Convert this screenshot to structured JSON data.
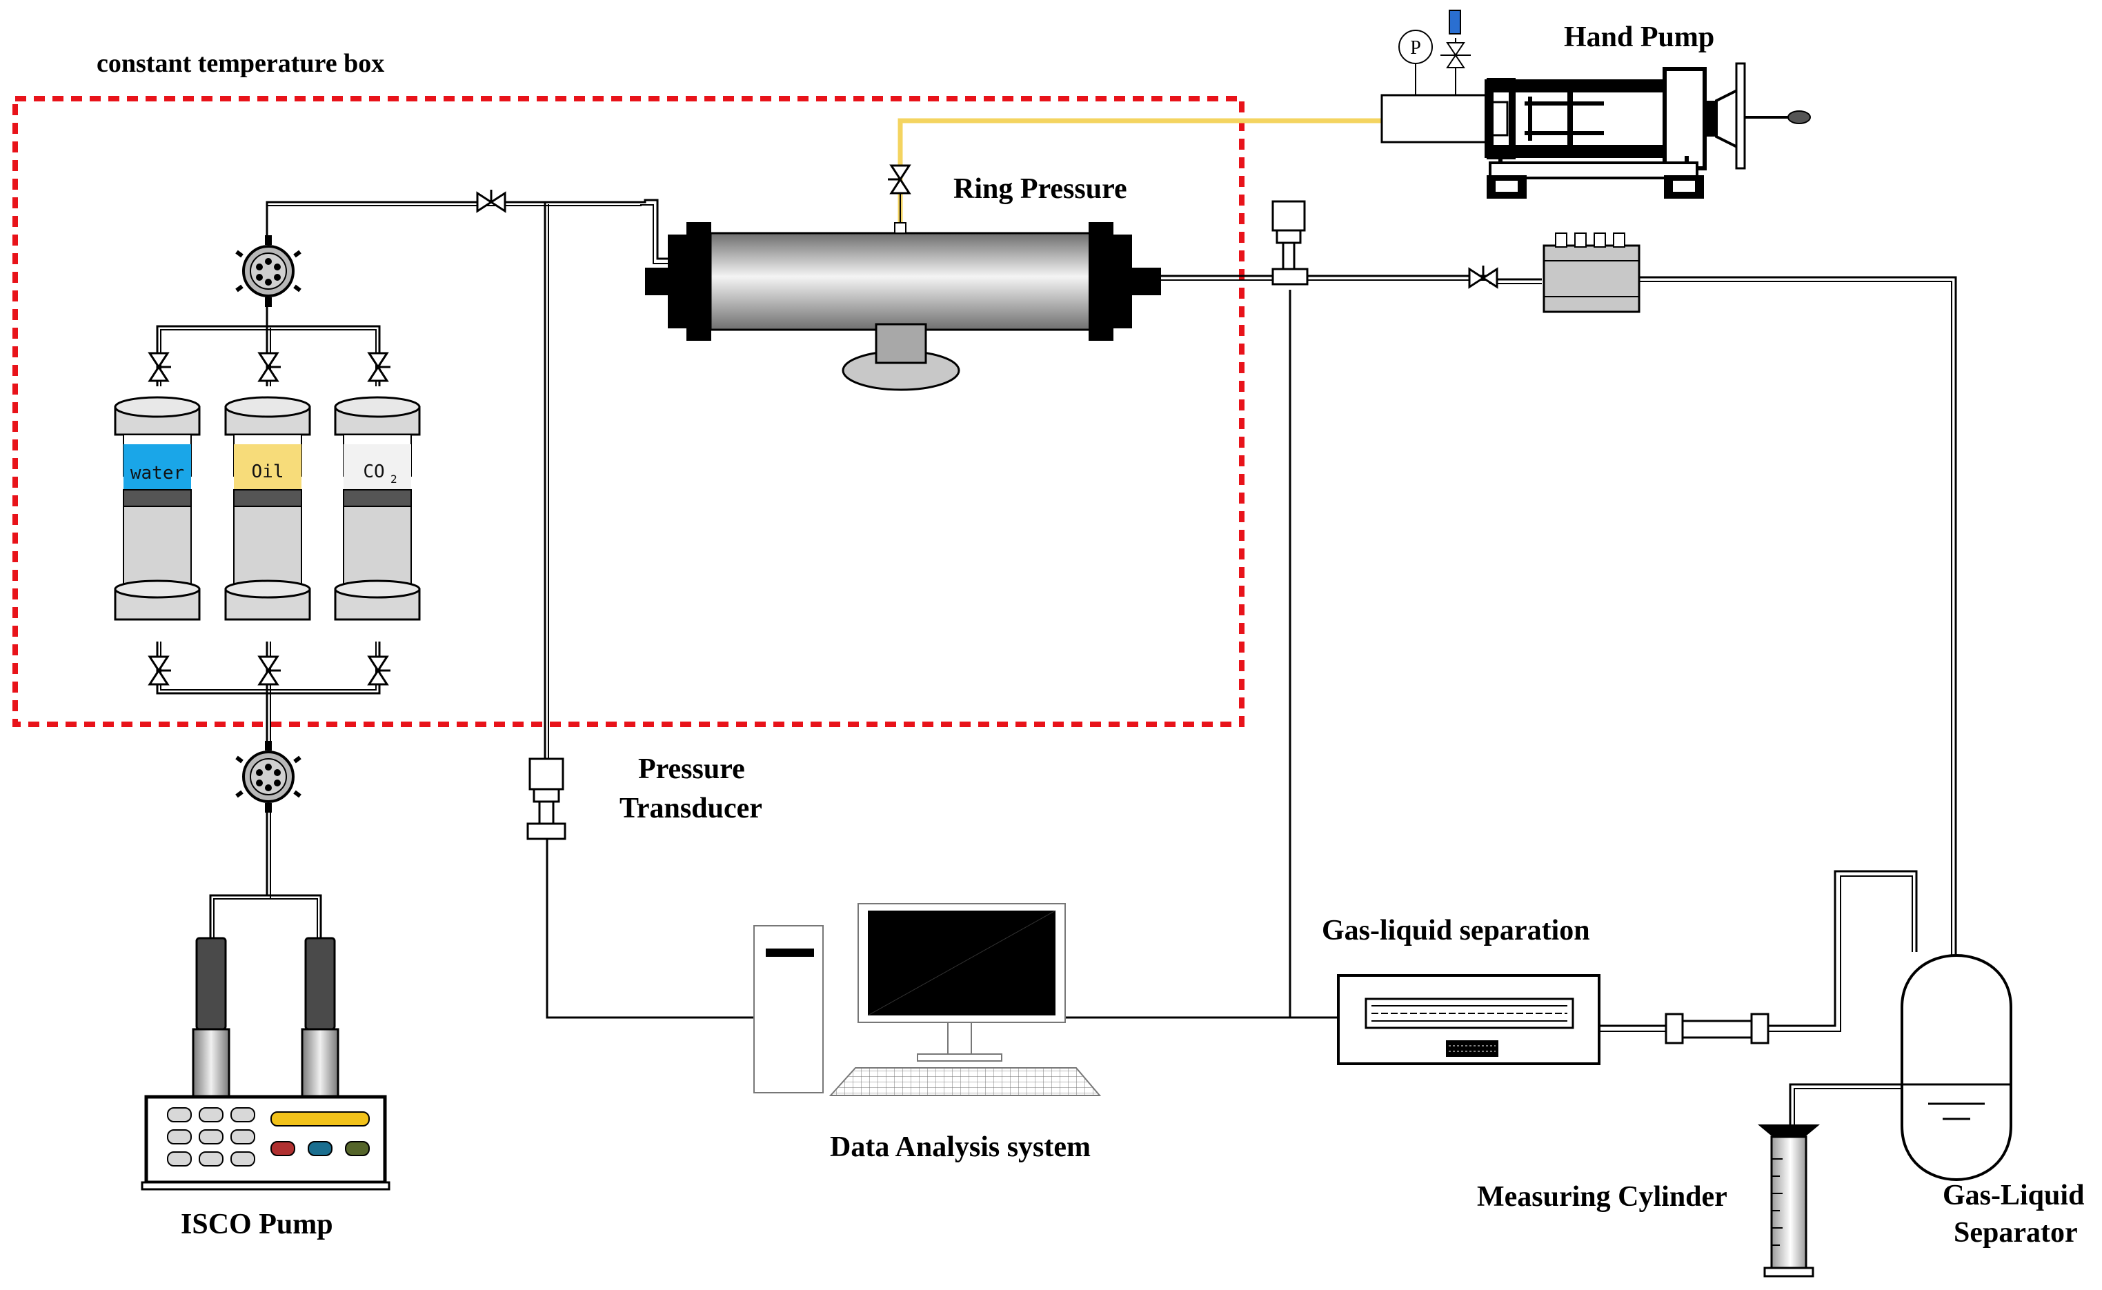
{
  "labels": {
    "constant_temperature_box": "constant temperature box",
    "hand_pump": "Hand Pump",
    "ring_pressure": "Ring Pressure",
    "pressure_transducer_1": "Pressure",
    "pressure_transducer_2": "Transducer",
    "gas_liquid_separation": "Gas-liquid separation",
    "data_analysis_system": "Data Analysis system",
    "isco_pump": "ISCO Pump",
    "measuring_cylinder": "Measuring Cylinder",
    "gas_liquid_separator_1": "Gas-Liquid",
    "gas_liquid_separator_2": "Separator"
  },
  "cylinders": {
    "water": "water",
    "oil": "Oil",
    "co2_main": "CO",
    "co2_sub": "2"
  },
  "gauge_letter": "P",
  "colors": {
    "box_border": "#e8131a",
    "water": "#1aa6e8",
    "oil": "#f7dc7a",
    "co2": "#f2f2f2",
    "piston_dark": "#555555",
    "cylinder_gray": "#d4d4d4",
    "ring_line": "#f4d460",
    "keypad_yellow": "#f2c21a",
    "led_red": "#b03030",
    "led_blue": "#1a6e8f",
    "led_green": "#55652a"
  }
}
